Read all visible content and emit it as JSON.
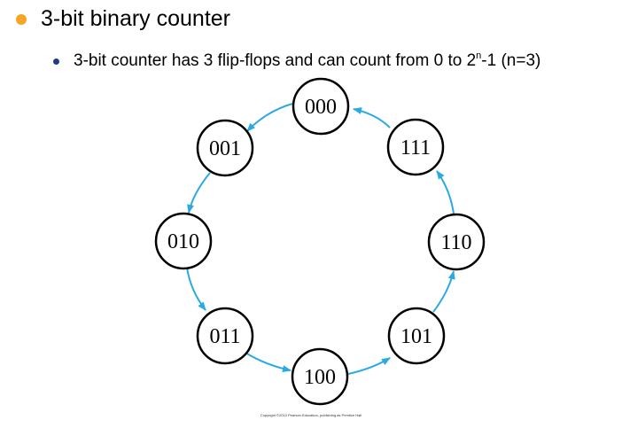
{
  "slide": {
    "title": "3-bit binary counter",
    "subtitle_pre": "3-bit counter has 3 flip-flops and can count from 0 to 2",
    "subtitle_sup": "n",
    "subtitle_post": "-1 (n=3)",
    "copyright": "Copyright ©2013 Pearson Education, publishing as Prentice Hall"
  },
  "diagram": {
    "states": [
      "000",
      "001",
      "010",
      "011",
      "100",
      "101",
      "110",
      "111"
    ],
    "transitions": [
      [
        "000",
        "001"
      ],
      [
        "001",
        "010"
      ],
      [
        "010",
        "011"
      ],
      [
        "011",
        "100"
      ],
      [
        "100",
        "101"
      ],
      [
        "101",
        "110"
      ],
      [
        "110",
        "111"
      ],
      [
        "111",
        "000"
      ]
    ],
    "colors": {
      "arrow": "#29aae1",
      "node_border": "#000000",
      "node_fill": "#ffffff",
      "bullet_primary": "#f5a623",
      "bullet_secondary": "#1f3c88"
    }
  }
}
